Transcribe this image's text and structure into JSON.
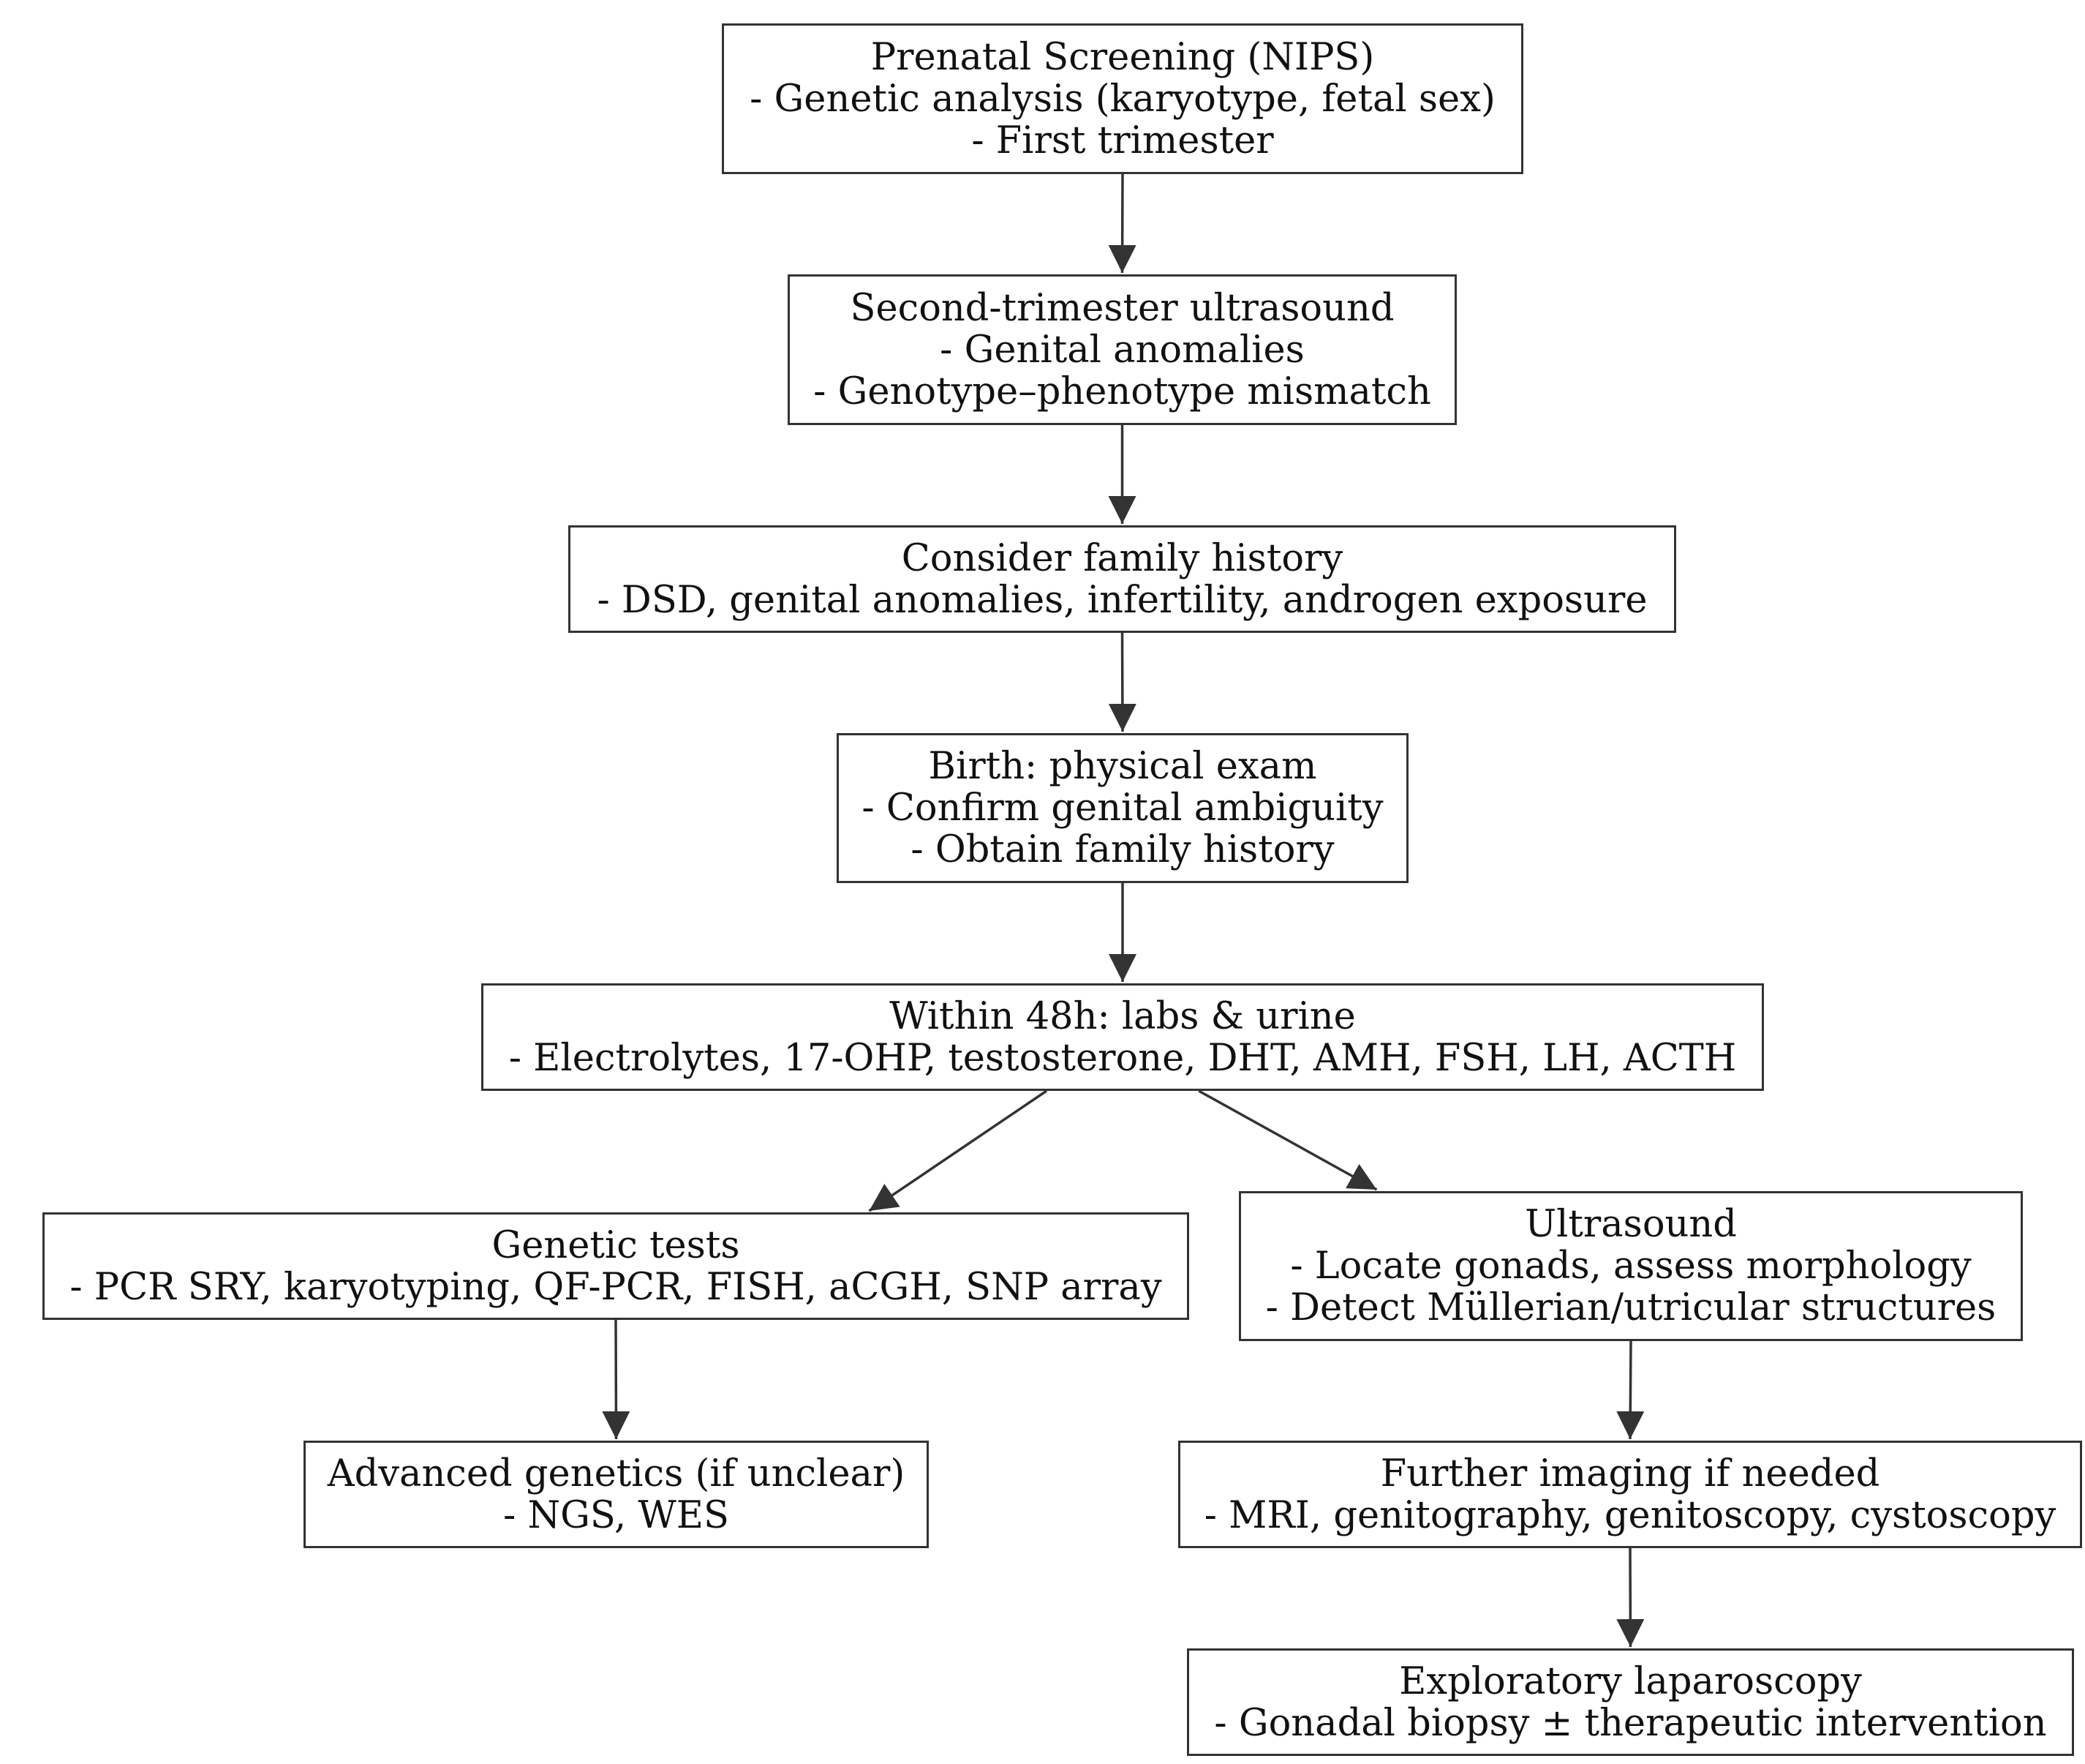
{
  "diagram": {
    "type": "flowchart",
    "nodes": [
      {
        "id": "nips",
        "lines": [
          "Prenatal Screening (NIPS)",
          "- Genetic analysis (karyotype, fetal sex)",
          "- First trimester"
        ]
      },
      {
        "id": "us2",
        "lines": [
          "Second-trimester ultrasound",
          "- Genital anomalies",
          "- Genotype–phenotype mismatch"
        ]
      },
      {
        "id": "family",
        "lines": [
          "Consider family history",
          "- DSD, genital anomalies, infertility, androgen exposure"
        ]
      },
      {
        "id": "birth",
        "lines": [
          "Birth: physical exam",
          "- Confirm genital ambiguity",
          "- Obtain family history"
        ]
      },
      {
        "id": "labs",
        "lines": [
          "Within 48h: labs & urine",
          "- Electrolytes, 17-OHP, testosterone, DHT, AMH, FSH, LH, ACTH"
        ]
      },
      {
        "id": "genetic",
        "lines": [
          "Genetic tests",
          "- PCR SRY, karyotyping, QF-PCR, FISH, aCGH, SNP array"
        ]
      },
      {
        "id": "ultrasound",
        "lines": [
          "Ultrasound",
          "- Locate gonads, assess morphology",
          "- Detect Müllerian/utricular structures"
        ]
      },
      {
        "id": "advanced",
        "lines": [
          "Advanced genetics (if unclear)",
          "- NGS, WES"
        ]
      },
      {
        "id": "imaging",
        "lines": [
          "Further imaging if needed",
          "- MRI, genitography, genitoscopy, cystoscopy"
        ]
      },
      {
        "id": "laparoscopy",
        "lines": [
          "Exploratory laparoscopy",
          "- Gonadal biopsy ± therapeutic intervention"
        ]
      }
    ],
    "edges": [
      {
        "from": "nips",
        "to": "us2"
      },
      {
        "from": "us2",
        "to": "family"
      },
      {
        "from": "family",
        "to": "birth"
      },
      {
        "from": "birth",
        "to": "labs"
      },
      {
        "from": "labs",
        "to": "genetic"
      },
      {
        "from": "labs",
        "to": "ultrasound"
      },
      {
        "from": "genetic",
        "to": "advanced"
      },
      {
        "from": "ultrasound",
        "to": "imaging"
      },
      {
        "from": "imaging",
        "to": "laparoscopy"
      }
    ],
    "colors": {
      "stroke": "#333333",
      "text": "#111111",
      "background": "#ffffff"
    }
  }
}
